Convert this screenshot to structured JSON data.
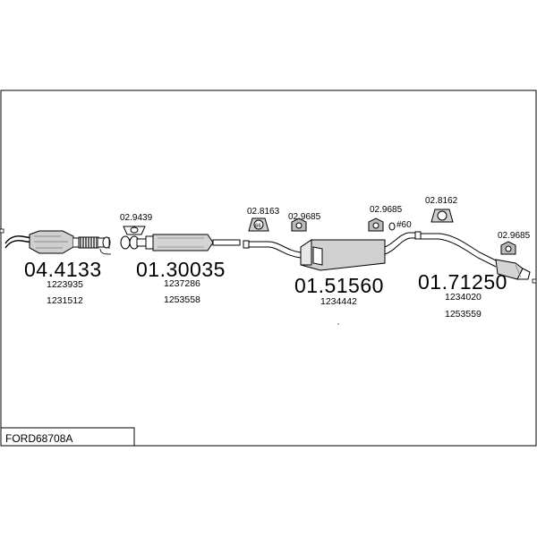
{
  "diagram_id": "FORD68708A",
  "parts": [
    {
      "number": "04.4133",
      "refs": [
        "1223935",
        "1231512"
      ]
    },
    {
      "number": "01.30035",
      "refs": [
        "1237286",
        "1253558"
      ]
    },
    {
      "number": "01.51560",
      "refs": [
        "1234442"
      ]
    },
    {
      "number": "01.71250",
      "refs": [
        "1234020",
        "1253559"
      ]
    }
  ],
  "accessories": [
    "02.9439",
    "02.8163",
    "02.9685",
    "02.9685",
    "02.8162",
    "02.9685"
  ],
  "gasket_label": "#60",
  "hanger_mark": "66"
}
